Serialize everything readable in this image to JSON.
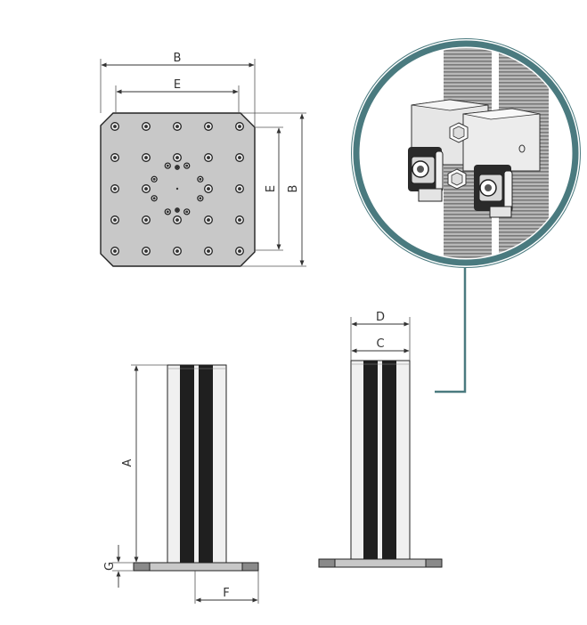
{
  "labels": {
    "top_width_outer": "B",
    "top_width_inner": "E",
    "side_height_inner": "E",
    "side_height_outer": "B",
    "column_height": "A",
    "base_thickness": "G",
    "base_offset": "F",
    "side_outer_width": "D",
    "side_inner_width": "C"
  },
  "colors": {
    "accent": "#4a7a7f",
    "plate": "#c8c8c8",
    "outline": "#222222",
    "groove": "#1f1f1f",
    "column": "#f0f0f0"
  }
}
